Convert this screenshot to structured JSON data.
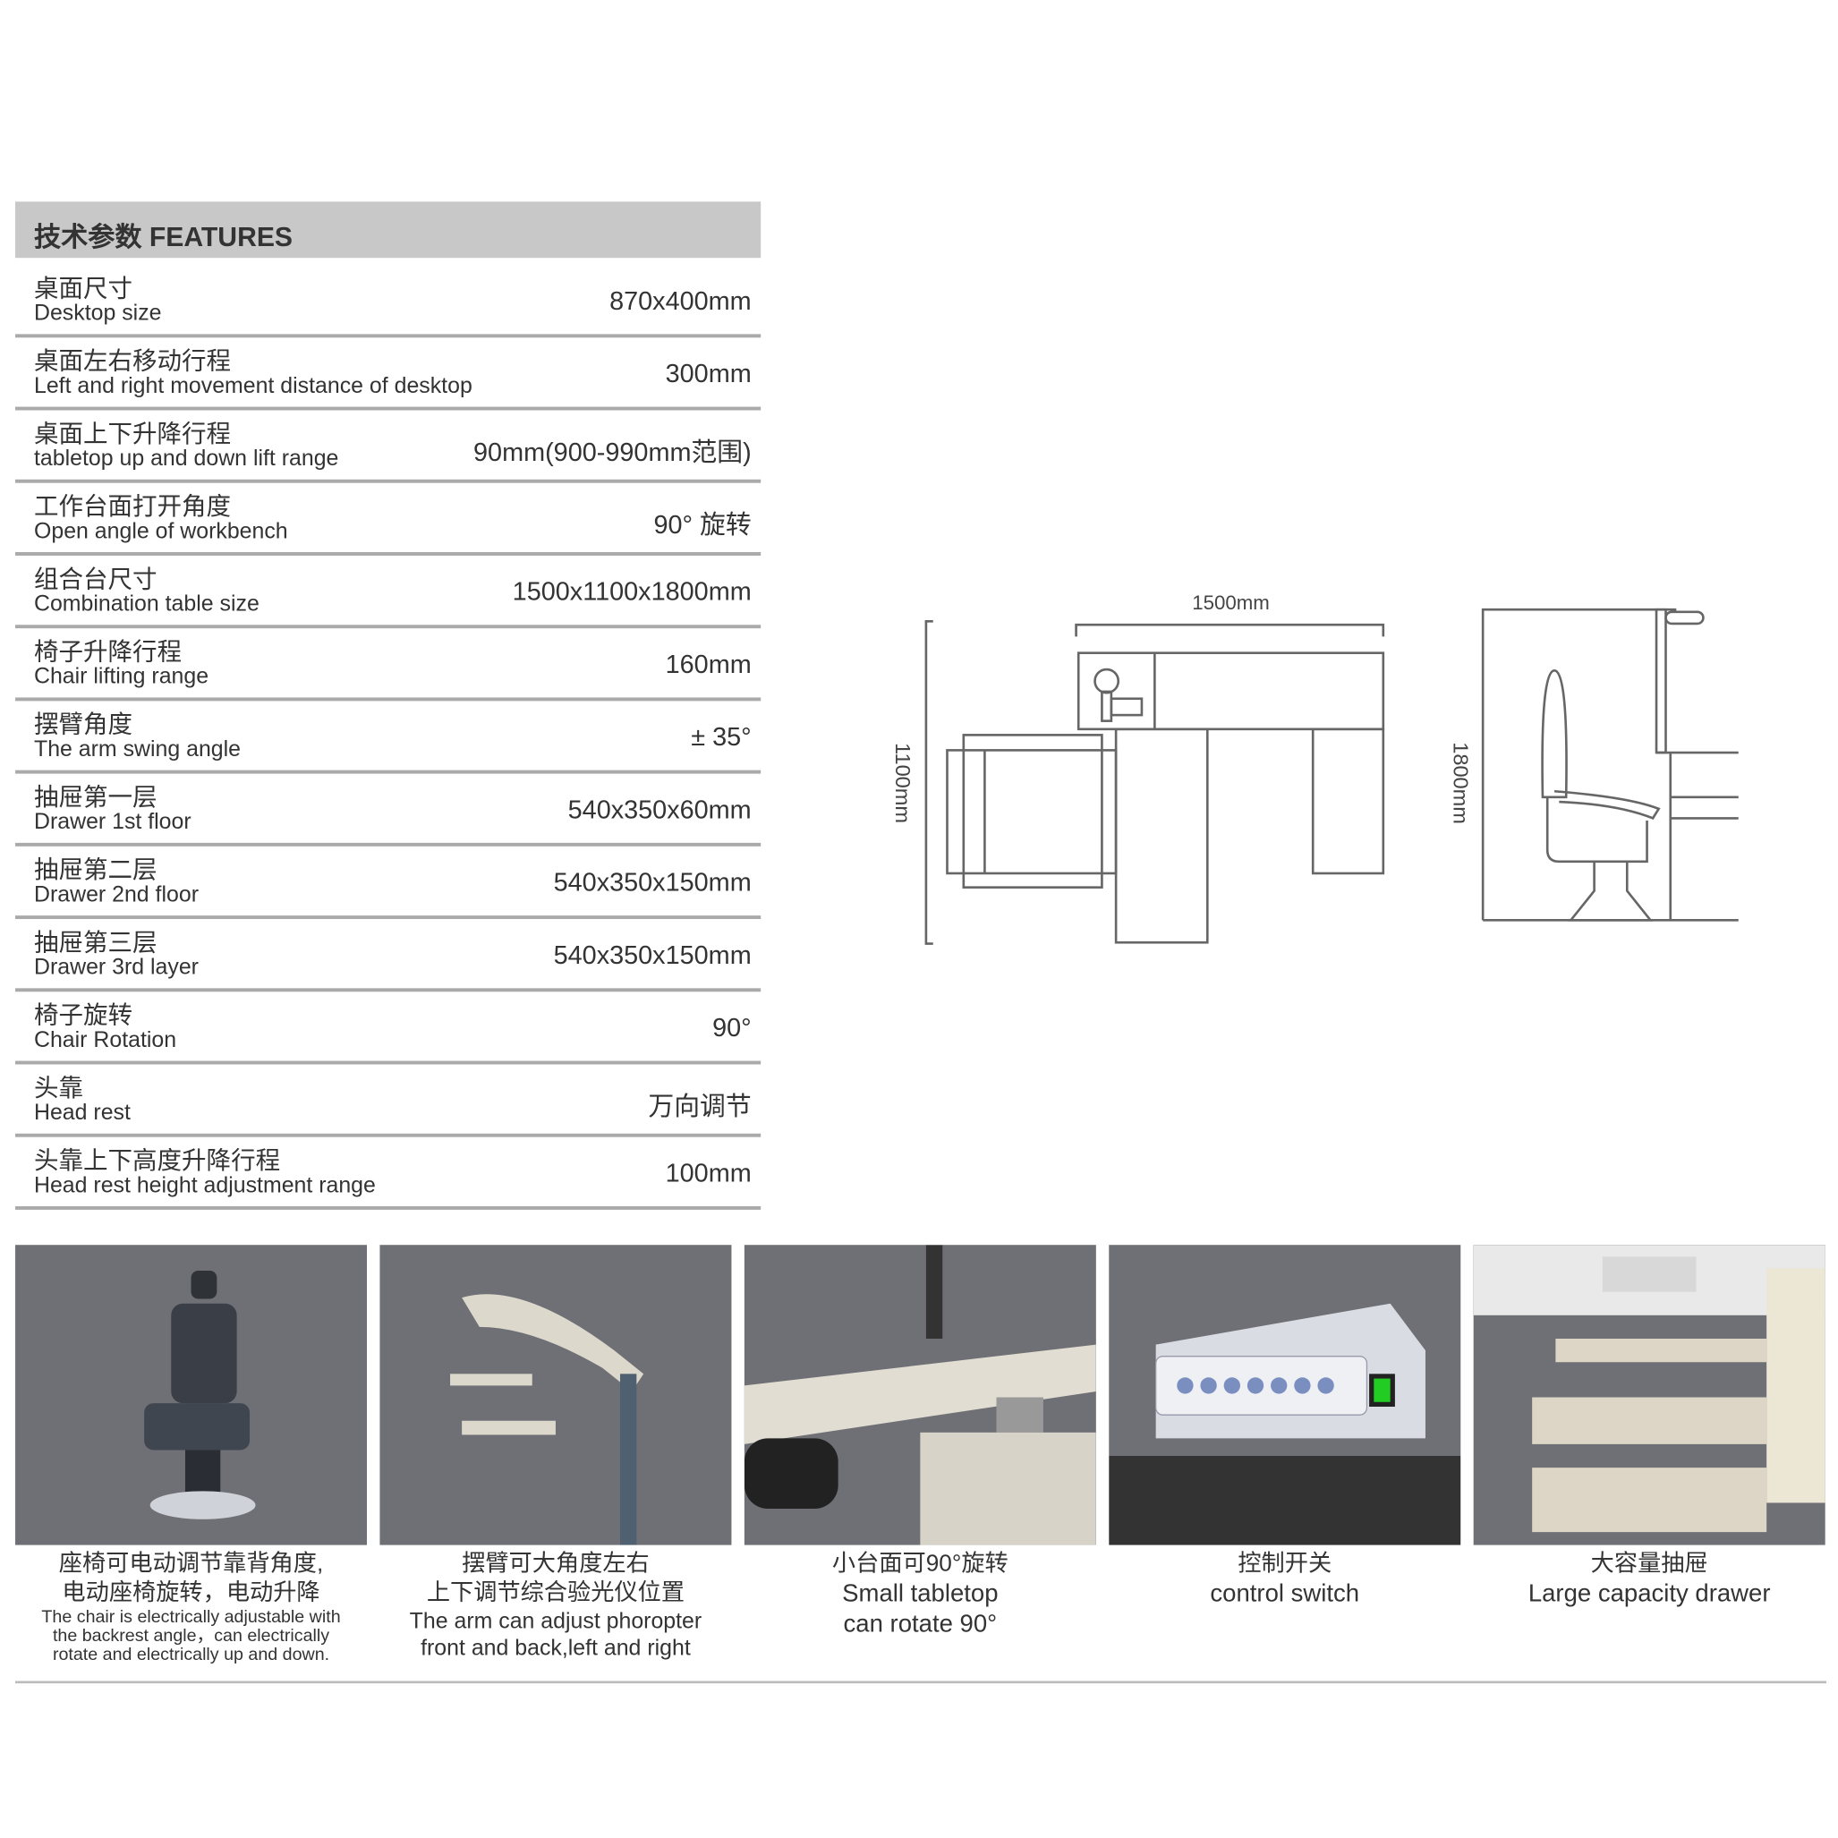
{
  "features": {
    "title": "技术参数 FEATURES",
    "rows": [
      {
        "cn": "桌面尺寸",
        "en": "Desktop size",
        "value": "870x400mm"
      },
      {
        "cn": "桌面左右移动行程",
        "en": "Left and right movement distance of desktop",
        "value": "300mm"
      },
      {
        "cn": "桌面上下升降行程",
        "en": "tabletop up and down lift  range",
        "value": "90mm(900-990mm范围)"
      },
      {
        "cn": "工作台面打开角度",
        "en": "Open angle of workbench",
        "value": "90°  旋转"
      },
      {
        "cn": "组合台尺寸",
        "en": "Combination table size",
        "value": "1500x1100x1800mm"
      },
      {
        "cn": "椅子升降行程",
        "en": "Chair lifting range",
        "value": "160mm"
      },
      {
        "cn": "摆臂角度",
        "en": "The arm swing angle",
        "value": "± 35°"
      },
      {
        "cn": "抽屉第一层",
        "en": "Drawer 1st floor",
        "value": "540x350x60mm"
      },
      {
        "cn": "抽屉第二层",
        "en": "Drawer 2nd floor",
        "value": "540x350x150mm"
      },
      {
        "cn": "抽屉第三层",
        "en": "Drawer 3rd layer",
        "value": "540x350x150mm"
      },
      {
        "cn": "椅子旋转",
        "en": "Chair Rotation",
        "value": "90°"
      },
      {
        "cn": "头靠",
        "en": "Head rest",
        "value": "万向调节"
      },
      {
        "cn": "头靠上下高度升降行程",
        "en": "Head rest height adjustment range",
        "value": "100mm"
      }
    ]
  },
  "drawing": {
    "width_label": "1500mm",
    "depth_label": "1100mm",
    "height_label": "1800mm"
  },
  "gallery": [
    {
      "cn1": "座椅可电动调节靠背角度,",
      "cn2": "电动座椅旋转，电动升降",
      "en1": "The chair is electrically adjustable with",
      "en2": "the backrest angle，can electrically",
      "en3": "rotate and electrically up and down."
    },
    {
      "cn1": "摆臂可大角度左右",
      "cn2": "上下调节综合验光仪位置",
      "en1": "The arm can adjust phoropter",
      "en2": "front and back,left and right"
    },
    {
      "cn1": "小台面可90°旋转",
      "en1": "Small tabletop",
      "en2": "can rotate 90°"
    },
    {
      "cn1": "控制开关",
      "en1": "control switch"
    },
    {
      "cn1": "大容量抽屉",
      "en1": "Large capacity drawer"
    }
  ]
}
